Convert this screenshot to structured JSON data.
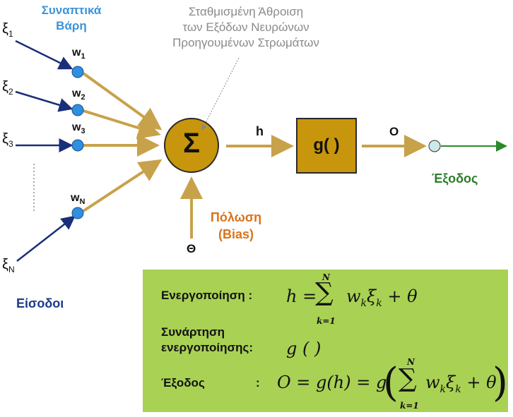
{
  "labels": {
    "synaptic_weights_l1": "Συναπτικά",
    "synaptic_weights_l2": "Βάρη",
    "weighted_sum_l1": "Σταθμισμένη Άθροιση",
    "weighted_sum_l2": "των Εξόδων Νευρώνων",
    "weighted_sum_l3": "Προηγουμένων Στρωμάτων",
    "inputs": "Είσοδοι",
    "bias_l1": "Πόλωση",
    "bias_l2": "(Bias)",
    "bias_symbol": "Θ",
    "output": "Έξοδος",
    "sum_symbol": "Σ",
    "activation_function": "g( )",
    "net_input": "h",
    "output_symbol": "O"
  },
  "inputs": [
    {
      "base": "ξ",
      "sub": "1"
    },
    {
      "base": "ξ",
      "sub": "2"
    },
    {
      "base": "ξ",
      "sub": "3"
    },
    {
      "base": "ξ",
      "sub": "N"
    }
  ],
  "weights": [
    {
      "base": "w",
      "sub": "1"
    },
    {
      "base": "w",
      "sub": "2"
    },
    {
      "base": "w",
      "sub": "3"
    },
    {
      "base": "w",
      "sub": "N"
    }
  ],
  "formulas": {
    "activation_label": "Ενεργοποίηση :",
    "function_label_l1": "Συνάρτηση",
    "function_label_l2": "ενεργοποίησης:",
    "output_label": "Έξοδος",
    "output_colon": ":"
  },
  "colors": {
    "synaptic": "#3d93d8",
    "arrow_gold": "#c8a24a",
    "node_fill": "#c8960c",
    "input_arrow": "#1a2f7a",
    "output_arrow": "#2b8a2b",
    "formula_box": "#a9d154"
  }
}
